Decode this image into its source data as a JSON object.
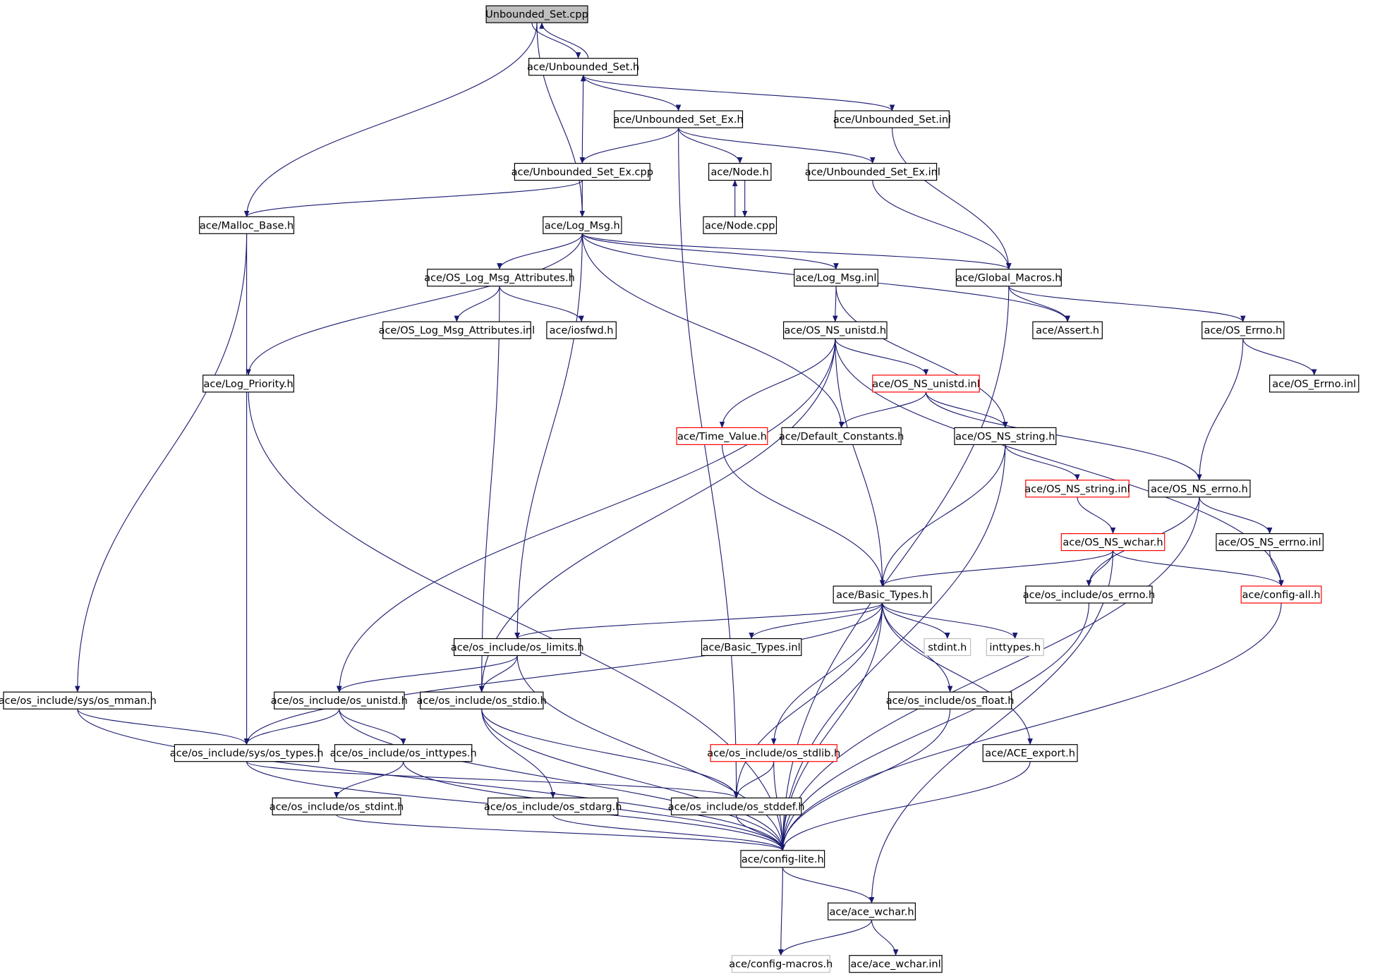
{
  "colors": {
    "edge": "#191970",
    "node_border_default": "#000000",
    "node_border_incomplete": "#ff0000",
    "node_border_external": "#bfbfbf",
    "root_fill": "#bfbfbf",
    "node_fill": "#ffffff",
    "text": "#000000"
  },
  "nodes": {
    "unbounded_set_cpp": {
      "label": "Unbounded_Set.cpp",
      "kind": "root"
    },
    "unbounded_set_h": {
      "label": "ace/Unbounded_Set.h",
      "kind": "default"
    },
    "unbounded_set_ex_h": {
      "label": "ace/Unbounded_Set_Ex.h",
      "kind": "default"
    },
    "unbounded_set_inl": {
      "label": "ace/Unbounded_Set.inl",
      "kind": "default"
    },
    "unbounded_set_ex_cpp": {
      "label": "ace/Unbounded_Set_Ex.cpp",
      "kind": "default"
    },
    "node_h": {
      "label": "ace/Node.h",
      "kind": "default"
    },
    "unbounded_set_ex_inl": {
      "label": "ace/Unbounded_Set_Ex.inl",
      "kind": "default"
    },
    "malloc_base_h": {
      "label": "ace/Malloc_Base.h",
      "kind": "default"
    },
    "log_msg_h": {
      "label": "ace/Log_Msg.h",
      "kind": "default"
    },
    "node_cpp": {
      "label": "ace/Node.cpp",
      "kind": "default"
    },
    "os_log_msg_attributes_h": {
      "label": "ace/OS_Log_Msg_Attributes.h",
      "kind": "default"
    },
    "log_msg_inl": {
      "label": "ace/Log_Msg.inl",
      "kind": "default"
    },
    "global_macros_h": {
      "label": "ace/Global_Macros.h",
      "kind": "default"
    },
    "os_log_msg_attributes_inl": {
      "label": "ace/OS_Log_Msg_Attributes.inl",
      "kind": "default"
    },
    "iosfwd_h": {
      "label": "ace/iosfwd.h",
      "kind": "default"
    },
    "os_ns_unistd_h": {
      "label": "ace/OS_NS_unistd.h",
      "kind": "default"
    },
    "assert_h": {
      "label": "ace/Assert.h",
      "kind": "default"
    },
    "os_errno_h": {
      "label": "ace/OS_Errno.h",
      "kind": "default"
    },
    "log_priority_h": {
      "label": "ace/Log_Priority.h",
      "kind": "default"
    },
    "os_ns_unistd_inl": {
      "label": "ace/OS_NS_unistd.inl",
      "kind": "incomplete"
    },
    "os_errno_inl": {
      "label": "ace/OS_Errno.inl",
      "kind": "default"
    },
    "time_value_h": {
      "label": "ace/Time_Value.h",
      "kind": "incomplete"
    },
    "default_constants_h": {
      "label": "ace/Default_Constants.h",
      "kind": "default"
    },
    "os_ns_string_h": {
      "label": "ace/OS_NS_string.h",
      "kind": "default"
    },
    "os_ns_string_inl": {
      "label": "ace/OS_NS_string.inl",
      "kind": "incomplete"
    },
    "os_ns_errno_h": {
      "label": "ace/OS_NS_errno.h",
      "kind": "default"
    },
    "os_ns_wchar_h": {
      "label": "ace/OS_NS_wchar.h",
      "kind": "incomplete"
    },
    "os_ns_errno_inl": {
      "label": "ace/OS_NS_errno.inl",
      "kind": "default"
    },
    "basic_types_h": {
      "label": "ace/Basic_Types.h",
      "kind": "default"
    },
    "os_include_os_errno_h": {
      "label": "ace/os_include/os_errno.h",
      "kind": "default"
    },
    "config_all_h": {
      "label": "ace/config-all.h",
      "kind": "incomplete"
    },
    "os_include_os_limits_h": {
      "label": "ace/os_include/os_limits.h",
      "kind": "default"
    },
    "basic_types_inl": {
      "label": "ace/Basic_Types.inl",
      "kind": "default"
    },
    "stdint_h": {
      "label": "stdint.h",
      "kind": "external"
    },
    "inttypes_h": {
      "label": "inttypes.h",
      "kind": "external"
    },
    "os_include_sys_os_mman_h": {
      "label": "ace/os_include/sys/os_mman.h",
      "kind": "default"
    },
    "os_include_os_unistd_h": {
      "label": "ace/os_include/os_unistd.h",
      "kind": "default"
    },
    "os_include_os_stdio_h": {
      "label": "ace/os_include/os_stdio.h",
      "kind": "default"
    },
    "os_include_os_float_h": {
      "label": "ace/os_include/os_float.h",
      "kind": "default"
    },
    "os_include_sys_os_types_h": {
      "label": "ace/os_include/sys/os_types.h",
      "kind": "default"
    },
    "os_include_os_inttypes_h": {
      "label": "ace/os_include/os_inttypes.h",
      "kind": "default"
    },
    "os_include_os_stdlib_h": {
      "label": "ace/os_include/os_stdlib.h",
      "kind": "incomplete"
    },
    "ace_export_h": {
      "label": "ace/ACE_export.h",
      "kind": "default"
    },
    "os_include_os_stdint_h": {
      "label": "ace/os_include/os_stdint.h",
      "kind": "default"
    },
    "os_include_os_stdarg_h": {
      "label": "ace/os_include/os_stdarg.h",
      "kind": "default"
    },
    "os_include_os_stddef_h": {
      "label": "ace/os_include/os_stddef.h",
      "kind": "default"
    },
    "config_lite_h": {
      "label": "ace/config-lite.h",
      "kind": "default"
    },
    "ace_wchar_h": {
      "label": "ace/ace_wchar.h",
      "kind": "default"
    },
    "config_macros_h": {
      "label": "ace/config-macros.h",
      "kind": "external"
    },
    "ace_wchar_inl": {
      "label": "ace/ace_wchar.inl",
      "kind": "default"
    }
  }
}
